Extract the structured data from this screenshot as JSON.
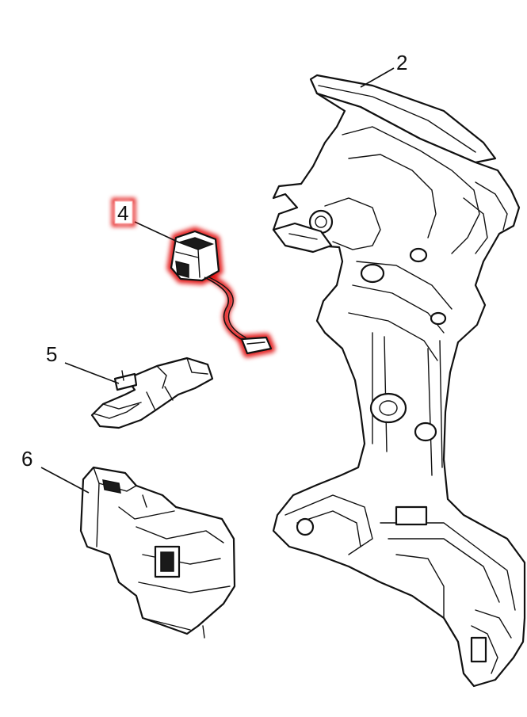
{
  "callouts": {
    "housing": "2",
    "harness": "4",
    "lever": "5",
    "switch": "6"
  },
  "highlight": {
    "part": "4",
    "color": "#e00000"
  }
}
